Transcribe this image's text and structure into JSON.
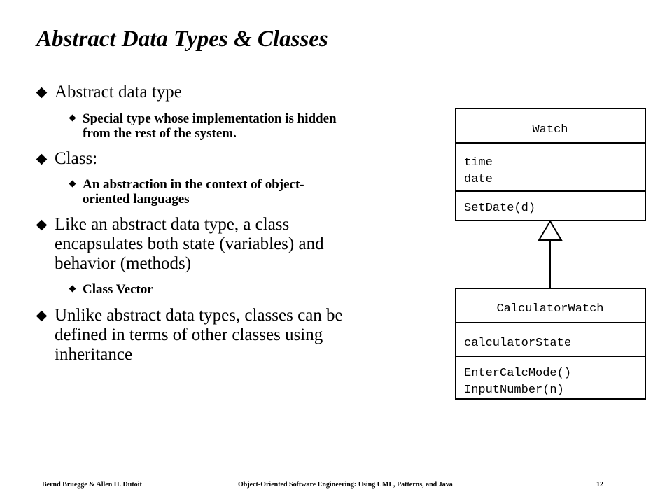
{
  "title": "Abstract Data Types & Classes",
  "bullets": [
    {
      "level": 1,
      "text": "Abstract data type"
    },
    {
      "level": 2,
      "lines": [
        "Special type whose implementation is hidden",
        "from the rest of the system."
      ]
    },
    {
      "level": 1,
      "text": "Class:"
    },
    {
      "level": 2,
      "lines": [
        "An abstraction in the context of object-",
        "oriented languages"
      ]
    },
    {
      "level": 1,
      "lines": [
        "Like an abstract data type, a class",
        "encapsulates both state (variables) and",
        "behavior (methods)"
      ]
    },
    {
      "level": 2,
      "text": "Class Vector"
    },
    {
      "level": 1,
      "lines": [
        "Unlike abstract data types, classes can be",
        "defined in terms of other classes using",
        "inheritance"
      ]
    }
  ],
  "diagram": {
    "watch": {
      "name": "Watch",
      "attributes": [
        "time",
        "date"
      ],
      "operations": [
        "SetDate(d)"
      ]
    },
    "calculator_watch": {
      "name": "CalculatorWatch",
      "attributes": [
        "calculatorState"
      ],
      "operations": [
        "EnterCalcMode()",
        "InputNumber(n)"
      ]
    }
  },
  "footer": {
    "authors": "Bernd Bruegge & Allen H. Dutoit",
    "book": "Object-Oriented Software Engineering: Using UML, Patterns, and Java",
    "page": "12"
  }
}
